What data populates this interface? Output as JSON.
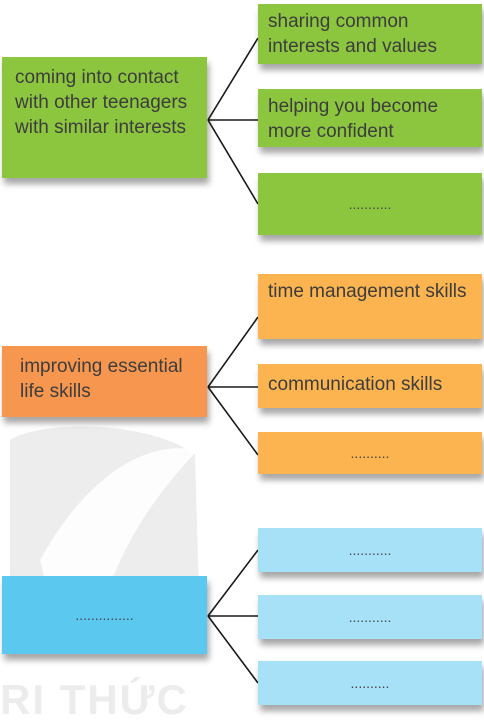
{
  "watermark_text": "RI THỨC",
  "groups": [
    {
      "main": "coming into contact with other teenagers with similar interests",
      "branches": [
        "sharing common interests and values",
        "helping you become more confident",
        "..........."
      ]
    },
    {
      "main": "improving essential life skills",
      "branches": [
        "time management skills",
        "communication skills",
        ".........."
      ]
    },
    {
      "main": "...............",
      "branches": [
        "...........",
        "...........",
        ".........."
      ]
    }
  ],
  "colors": {
    "green": "#8cc63f",
    "orange_main": "#f7974f",
    "orange_branch": "#fbb450",
    "blue_main": "#5bc8f0",
    "blue_branch": "#a6e1f8"
  }
}
